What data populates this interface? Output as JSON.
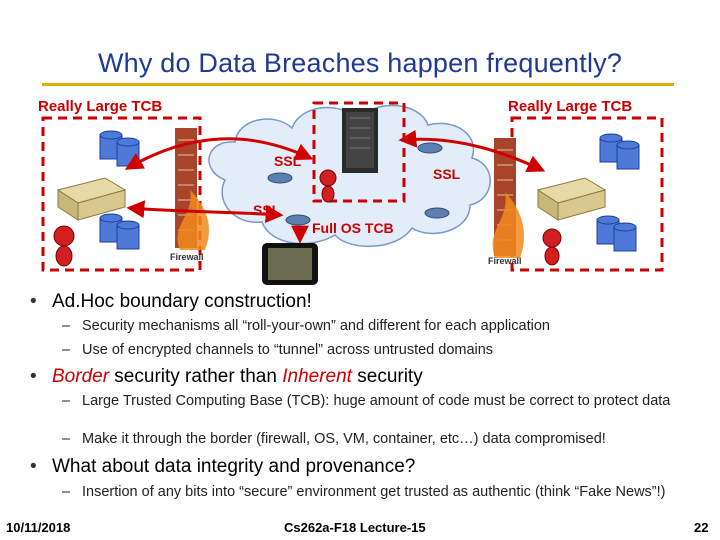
{
  "title": "Why do Data Breaches happen frequently?",
  "diagram": {
    "tcb_left": "Really Large TCB",
    "tcb_right": "Really Large TCB",
    "ssl_top_left": "SSL",
    "ssl_top_right": "SSL",
    "ssl_bottom_left": "SSL",
    "full_os": "Full OS TCB",
    "firewall_left": "Firewall",
    "firewall_right": "Firewall"
  },
  "bullets": [
    {
      "text": "Ad.Hoc boundary construction!",
      "subs": [
        "Security mechanisms all “roll-your-own” and different for each application",
        "Use of encrypted channels to “tunnel” across untrusted domains"
      ]
    },
    {
      "text_parts": [
        "Border",
        " security rather than ",
        "Inherent",
        " security"
      ],
      "subs": [
        "Large Trusted Computing Base (TCB): huge amount of code must be correct to protect data",
        "Make it through the border (firewall, OS, VM, container, etc…) data compromised!"
      ]
    },
    {
      "text": "What about data integrity and provenance?",
      "subs": [
        "Insertion of any bits into “secure” environment get trusted as authentic (think “Fake News”!)"
      ]
    }
  ],
  "footer": {
    "date": "10/11/2018",
    "course": "Cs262a-F18 Lecture-15",
    "page": "22"
  }
}
